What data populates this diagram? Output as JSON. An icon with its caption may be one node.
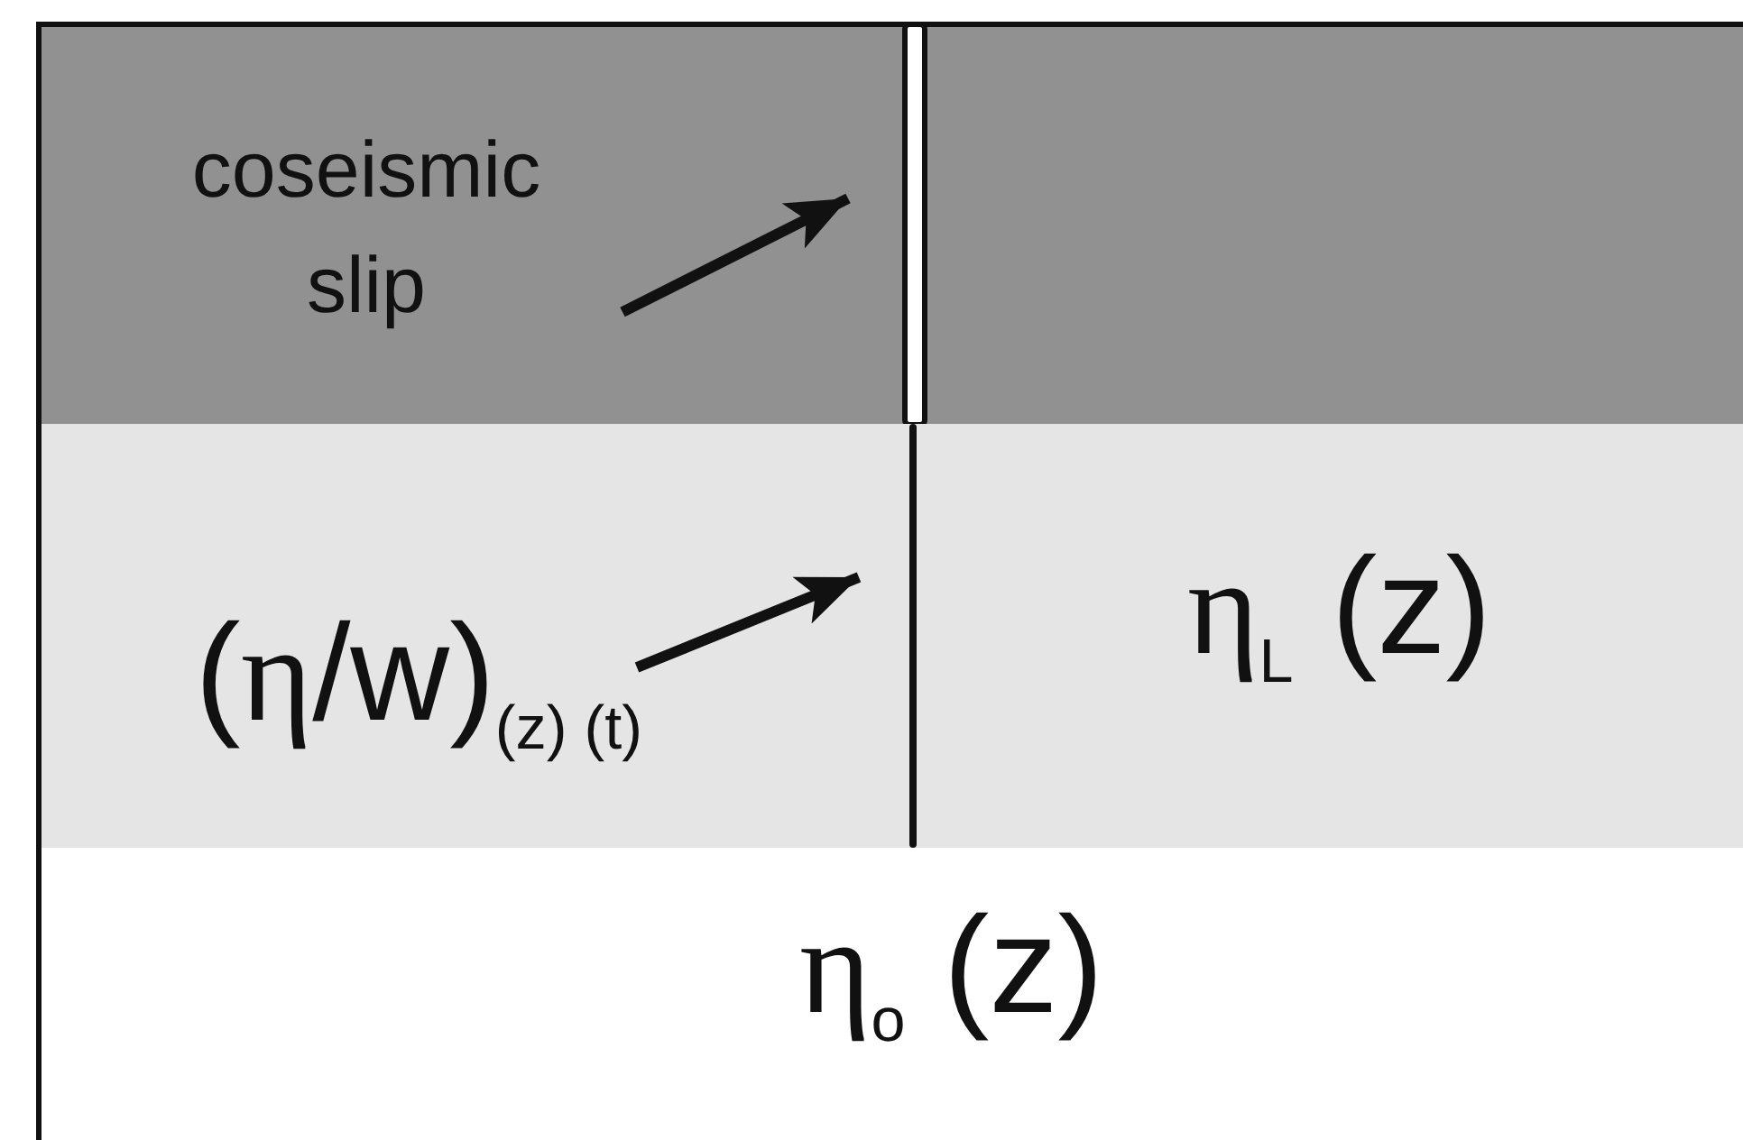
{
  "diagram": {
    "nodes": [
      {
        "text": [],
        "shape": "box"
      },
      {
        "text": [
          "coseismic slip"
        ],
        "in": 0
      },
      {
        "text": [],
        "shape": "bar",
        "in": 0
      },
      {
        "text": [
          "η$_{L}$ (z)"
        ]
      },
      {
        "text": [
          "(η/w)$_{(z) (t)}$"
        ],
        "in": 3
      },
      {
        "text": [],
        "shape": "bar",
        "in": 3
      },
      {
        "text": [
          "η$_{o}$ (z)"
        ]
      }
    ],
    "edges": [
      {
        "from": 1,
        "to": 2,
        "arrow": "to"
      },
      {
        "from": 4,
        "to": 5,
        "arrow": "to"
      }
    ]
  }
}
